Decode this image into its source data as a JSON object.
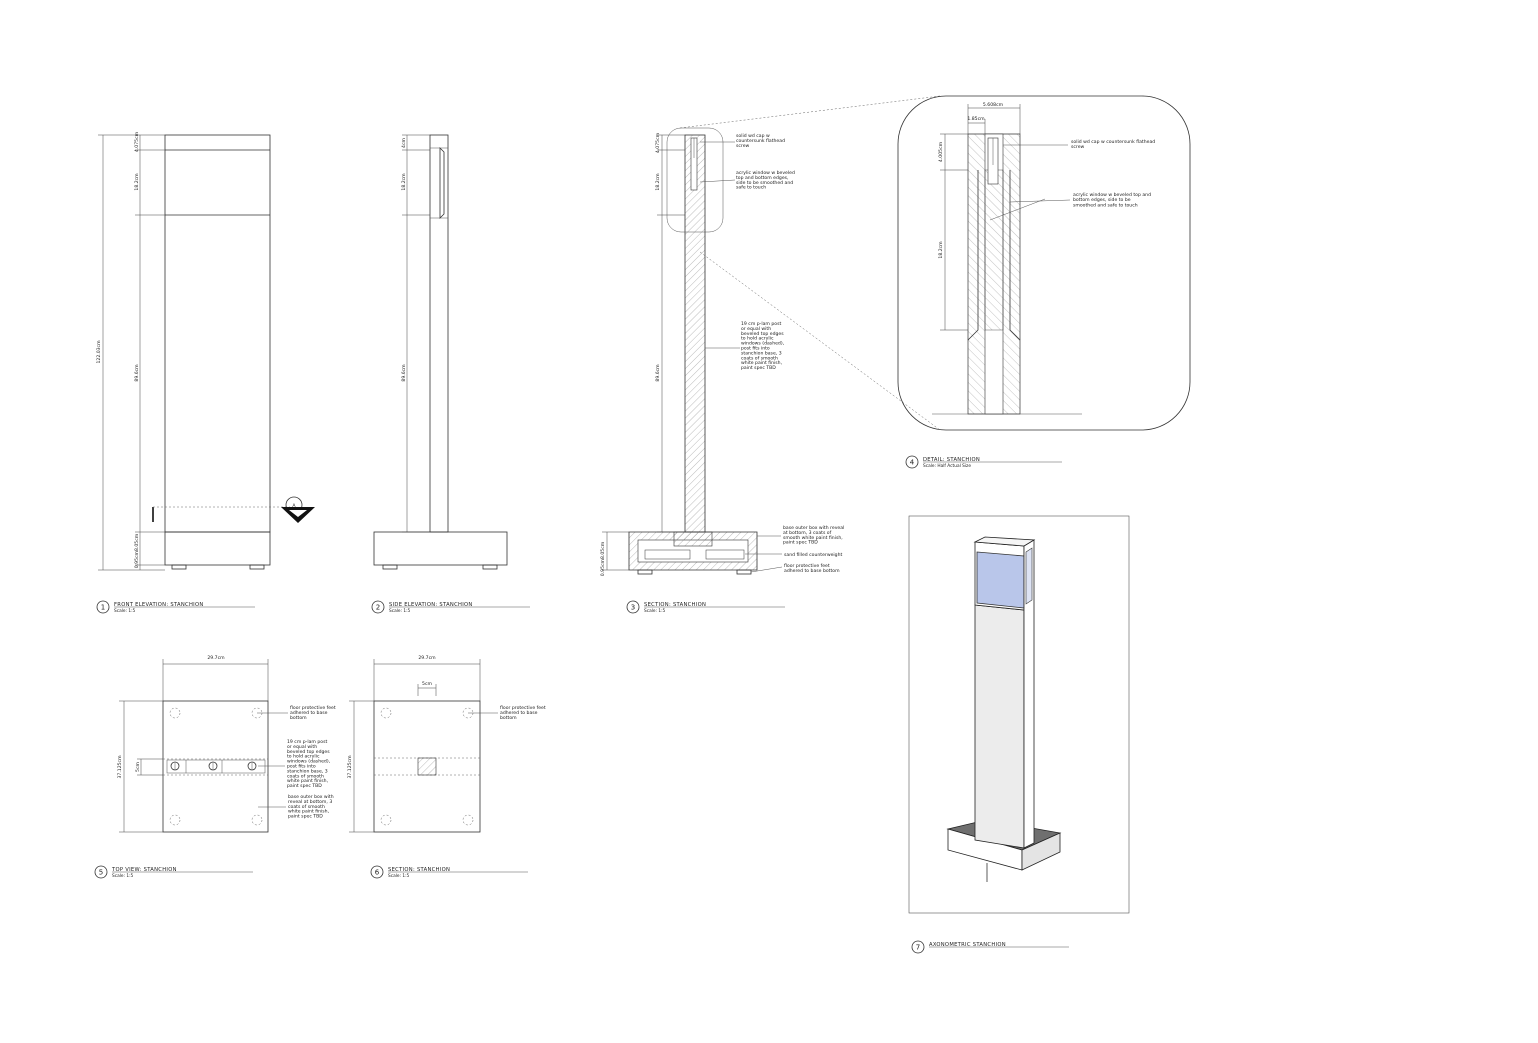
{
  "views": {
    "v1": {
      "num": "1",
      "title": "FRONT  ELEVATION: STANCHION",
      "scale": "Scale: 1:5",
      "dims": {
        "top": "4.075cm",
        "window": "18.2cm",
        "post": "89.6cm",
        "base": "0.95cm8.05cm",
        "total": "122.03cm"
      },
      "marker": "A"
    },
    "v2": {
      "num": "2",
      "title": "SIDE  ELEVATION: STANCHION",
      "scale": "Scale: 1:5",
      "dims": {
        "top": "4cm",
        "window": "18.2cm",
        "post": "89.6cm"
      }
    },
    "v3": {
      "num": "3",
      "title": "SECTION:  STANCHION",
      "scale": "Scale: 1:5",
      "dims": {
        "top": "4.075cm",
        "window": "18.2cm",
        "post": "89.6cm",
        "base": "0.95cm8.05cm"
      },
      "notes": {
        "cap": [
          "solid wd cap w",
          "countersunk flathead",
          "screw"
        ],
        "acrylic": [
          "acrylic window  w beveled",
          "top and bottom edges,",
          "side to be smoothed  and",
          "safe to touch"
        ],
        "post": [
          "19 cm p-lam post",
          "or equal with",
          "beveled top edges",
          "to hold acrylic",
          "windows  (dashed),",
          "post fits into",
          "stanchion base, 3",
          "coats of smooth",
          "white paint finish,",
          "paint spec TBD"
        ],
        "base": [
          "base outer box with reveal",
          "at bottom, 3 coats of",
          "smooth white paint finish,",
          "paint spec TBD"
        ],
        "sand": [
          "sand filled counterweight"
        ],
        "feet": [
          "floor protective feet",
          "adhered to base bottom"
        ]
      }
    },
    "v4": {
      "num": "4",
      "title": "DETAIL:   STANCHION",
      "scale": "Scale: Half Actual Size",
      "dims": {
        "width": "5.608cm",
        "inner": "1.85cm",
        "top": "4.005cm",
        "window": "18.2cm"
      },
      "notes": {
        "cap": [
          "solid  wd  cap  w  countersunk  flathead",
          "screw"
        ],
        "acrylic": [
          "acrylic  window  w  beveled  top  and",
          "bottom  edges,  side  to  be",
          "smoothed  and  safe  to  touch"
        ]
      }
    },
    "v5": {
      "num": "5",
      "title": "TOP  VIEW: STANCHION",
      "scale": "Scale: 1:5",
      "dims": {
        "width": "29.7cm",
        "depth": "37.125cm",
        "post": "5cm"
      },
      "notes": {
        "feet": [
          "floor protective feet",
          "adhered to base",
          "bottom"
        ],
        "post": [
          "19 cm p-lam post",
          "or equal with",
          "beveled top edges",
          "to hold acrylic",
          "windows  (dashed),",
          "post fits into",
          "stanchion base, 3",
          "coats of smooth",
          "white paint finish,",
          "paint spec TBD"
        ],
        "base": [
          "base outer box with",
          "reveal at bottom, 3",
          "coats of smooth",
          "white paint finish,",
          "paint spec TBD"
        ]
      }
    },
    "v6": {
      "num": "6",
      "title": "SECTION:  STANCHION",
      "scale": "Scale: 1:5",
      "dims": {
        "width": "29.7cm",
        "depth": "37.125cm",
        "post": "5cm"
      },
      "notes": {
        "feet": [
          "floor protective feet",
          "adhered to base",
          "bottom"
        ]
      }
    },
    "v7": {
      "num": "7",
      "title": "AXONOMETRIC      STANCHION"
    }
  },
  "colors": {
    "acrylic": "#b9c6ea",
    "post": "#ececec",
    "base_top": "#6f6f6f",
    "line": "#333333"
  }
}
